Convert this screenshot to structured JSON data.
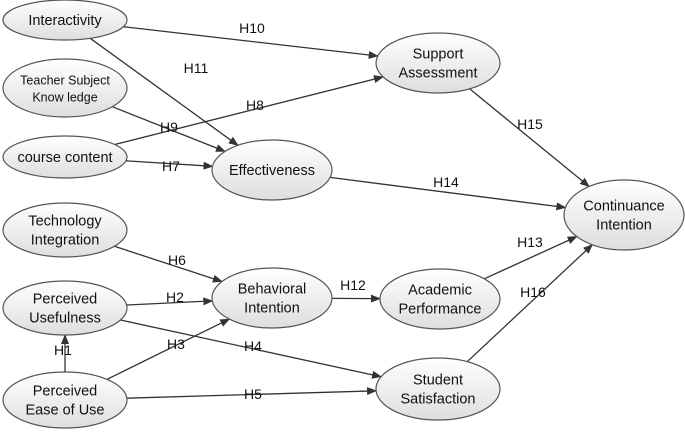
{
  "nodes": [
    {
      "id": "interactivity",
      "lines": [
        "Interactivity"
      ]
    },
    {
      "id": "teacher",
      "lines": [
        "Teacher Subject",
        "Know ledge"
      ]
    },
    {
      "id": "course",
      "lines": [
        "course content"
      ]
    },
    {
      "id": "technology",
      "lines": [
        "Technology",
        "Integration"
      ]
    },
    {
      "id": "usefulness",
      "lines": [
        "Perceived",
        "Usefulness"
      ]
    },
    {
      "id": "ease",
      "lines": [
        "Perceived",
        "Ease of Use"
      ]
    },
    {
      "id": "support",
      "lines": [
        "Support",
        "Assessment"
      ]
    },
    {
      "id": "effectiveness",
      "lines": [
        "Effectiveness"
      ]
    },
    {
      "id": "behavioral",
      "lines": [
        "Behavioral",
        "Intention"
      ]
    },
    {
      "id": "academic",
      "lines": [
        "Academic",
        "Performance"
      ]
    },
    {
      "id": "satisfaction",
      "lines": [
        "Student",
        "Satisfaction"
      ]
    },
    {
      "id": "continuance",
      "lines": [
        "Continuance",
        "Intention"
      ]
    }
  ],
  "edges": [
    {
      "from": "interactivity",
      "to": "support",
      "label": "H10"
    },
    {
      "from": "interactivity",
      "to": "effectiveness",
      "label": "H11"
    },
    {
      "from": "teacher",
      "to": "effectiveness",
      "label": "H9"
    },
    {
      "from": "course",
      "to": "support",
      "label": "H8"
    },
    {
      "from": "course",
      "to": "effectiveness",
      "label": "H7"
    },
    {
      "from": "technology",
      "to": "behavioral",
      "label": "H6"
    },
    {
      "from": "usefulness",
      "to": "behavioral",
      "label": "H2"
    },
    {
      "from": "usefulness",
      "to": "satisfaction",
      "label": "H4"
    },
    {
      "from": "ease",
      "to": "usefulness",
      "label": "H1"
    },
    {
      "from": "ease",
      "to": "behavioral",
      "label": "H3"
    },
    {
      "from": "ease",
      "to": "satisfaction",
      "label": "H5"
    },
    {
      "from": "behavioral",
      "to": "academic",
      "label": "H12"
    },
    {
      "from": "effectiveness",
      "to": "continuance",
      "label": "H14"
    },
    {
      "from": "support",
      "to": "continuance",
      "label": "H15"
    },
    {
      "from": "academic",
      "to": "continuance",
      "label": "H13"
    },
    {
      "from": "satisfaction",
      "to": "continuance",
      "label": "H16"
    }
  ]
}
